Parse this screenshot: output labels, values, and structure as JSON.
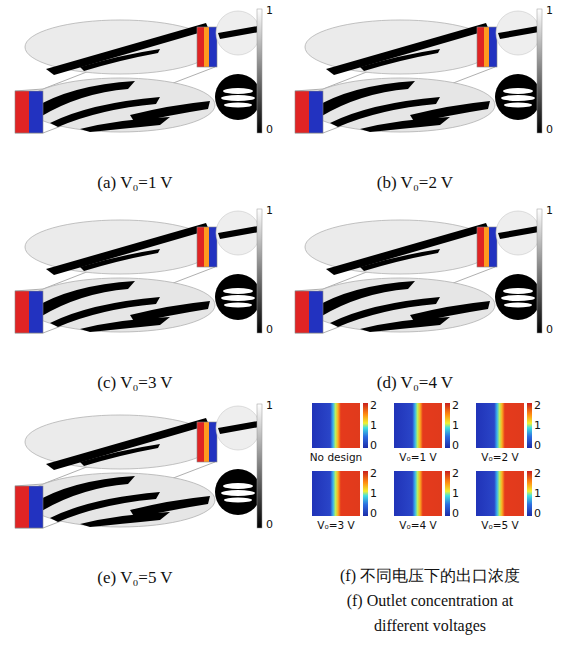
{
  "diagram": {
    "labels": [
      "1",
      "0",
      "(a) V₀=1 V",
      "1",
      "0",
      "(b) V₀=2 V",
      "1",
      "0",
      "(c) V₀=3 V",
      "1",
      "0",
      "(d) V₀=4 V",
      "1",
      "0",
      "(e) V₀=5 V",
      "2",
      "1",
      "0",
      "No design",
      "2",
      "1",
      "0",
      "V₀=1 V",
      "2",
      "1",
      "0",
      "V₀=2 V",
      "2",
      "1",
      "0",
      "V₀=3 V",
      "2",
      "1",
      "0",
      "V₀=4 V",
      "2",
      "1",
      "0",
      "V₀=5 V",
      "(f) 不同电压下的出口浓度",
      "(f) Outlet concentration at different voltages"
    ]
  }
}
